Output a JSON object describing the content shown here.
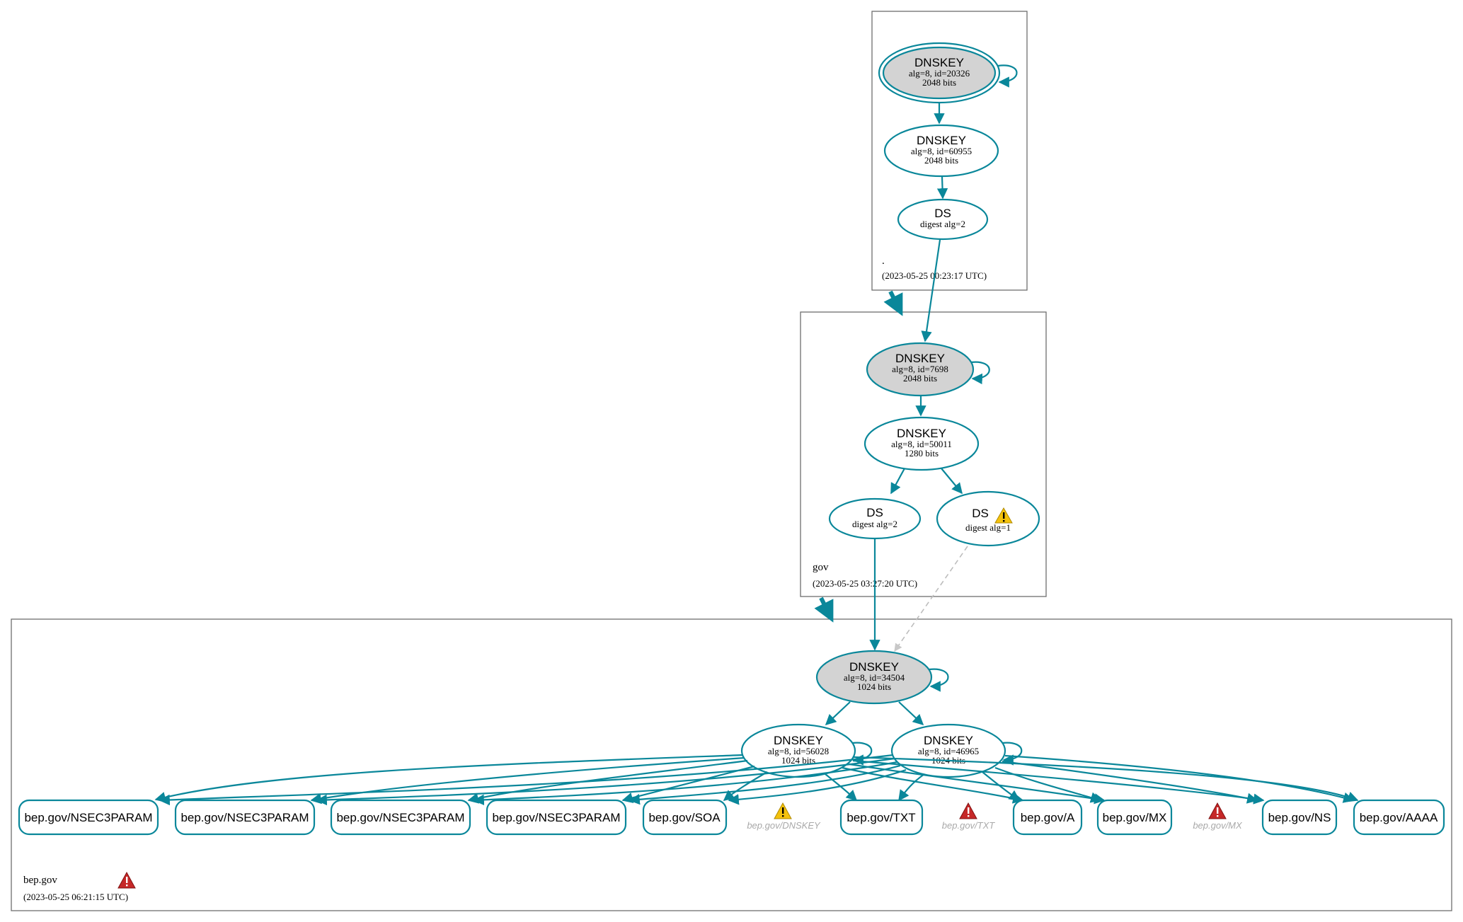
{
  "zones": {
    "root": {
      "name": ".",
      "timestamp": "(2023-05-25 00:23:17 UTC)"
    },
    "gov": {
      "name": "gov",
      "timestamp": "(2023-05-25 03:27:20 UTC)"
    },
    "bep": {
      "name": "bep.gov",
      "timestamp": "(2023-05-25 06:21:15 UTC)"
    }
  },
  "nodes": {
    "root_ksk": {
      "title": "DNSKEY",
      "line1": "alg=8, id=20326",
      "line2": "2048 bits"
    },
    "root_zsk": {
      "title": "DNSKEY",
      "line1": "alg=8, id=60955",
      "line2": "2048 bits"
    },
    "root_ds": {
      "title": "DS",
      "line1": "digest alg=2"
    },
    "gov_ksk": {
      "title": "DNSKEY",
      "line1": "alg=8, id=7698",
      "line2": "2048 bits"
    },
    "gov_zsk": {
      "title": "DNSKEY",
      "line1": "alg=8, id=50011",
      "line2": "1280 bits"
    },
    "gov_ds2": {
      "title": "DS",
      "line1": "digest alg=2"
    },
    "gov_ds1": {
      "title": "DS",
      "line1": "digest alg=1"
    },
    "bep_ksk": {
      "title": "DNSKEY",
      "line1": "alg=8, id=34504",
      "line2": "1024 bits"
    },
    "bep_zsk1": {
      "title": "DNSKEY",
      "line1": "alg=8, id=56028",
      "line2": "1024 bits"
    },
    "bep_zsk2": {
      "title": "DNSKEY",
      "line1": "alg=8, id=46965",
      "line2": "1024 bits"
    }
  },
  "records": [
    "bep.gov/NSEC3PARAM",
    "bep.gov/NSEC3PARAM",
    "bep.gov/NSEC3PARAM",
    "bep.gov/NSEC3PARAM",
    "bep.gov/SOA",
    "bep.gov/TXT",
    "bep.gov/A",
    "bep.gov/MX",
    "bep.gov/NS",
    "bep.gov/AAAA"
  ],
  "ghost_records": {
    "dnskey": "bep.gov/DNSKEY",
    "txt": "bep.gov/TXT",
    "mx": "bep.gov/MX"
  },
  "icons": {
    "warning": "warning-triangle-icon",
    "error": "error-triangle-icon"
  },
  "colors": {
    "edge": "#0a879a",
    "ksk_fill": "#d3d3d3",
    "warning": "#f4c20d",
    "error": "#c62828",
    "ghost": "#a9a9a9"
  }
}
